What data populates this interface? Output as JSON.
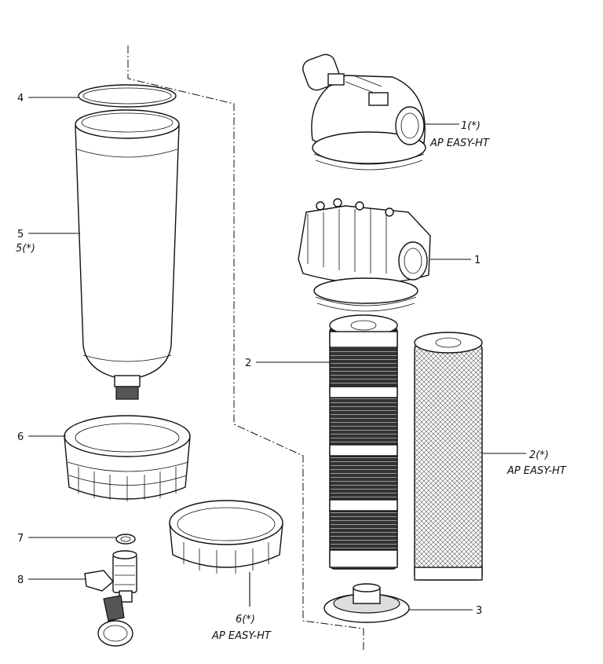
{
  "labels": {
    "p1": "1",
    "p1_alt": "1(*)",
    "p1_alt_model": "AP  EASY-HT",
    "p2": "2",
    "p2_alt": "2(*)",
    "p2_alt_model": "AP  EASY-HT",
    "p3": "3",
    "p4": "4",
    "p5": "5",
    "p5_alt": "5(*)",
    "p6": "6",
    "p6_alt": "6(*)",
    "p6_alt_model": "AP  EASY-HT",
    "p7": "7",
    "p8": "8"
  }
}
